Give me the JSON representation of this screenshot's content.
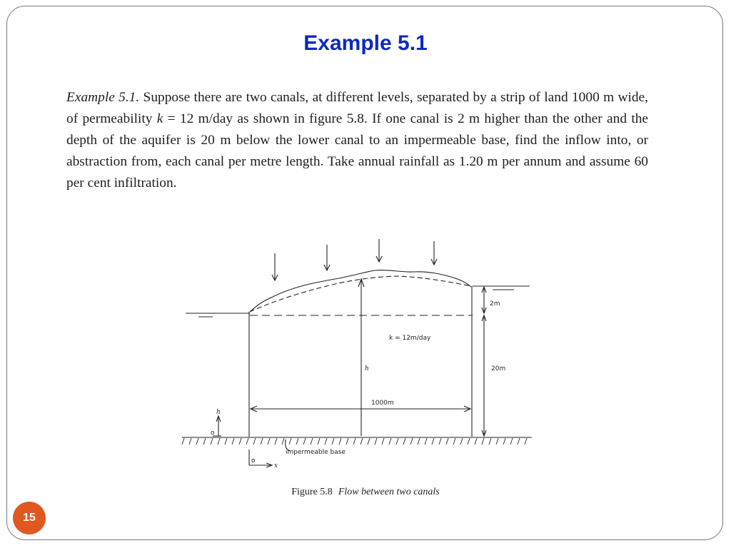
{
  "slide": {
    "title": "Example 5.1",
    "page_number": "15"
  },
  "excerpt": {
    "lead": "Example 5.1.",
    "part1": " Suppose there are two canals, at different levels, separated by a strip of land 1000 m wide, of permeability ",
    "k_symbol": "k",
    "part2": " = 12 m/day as shown in figure 5.8. If one canal is 2 m higher than the other and the depth of the aquifer is 20 m below the lower canal to an impermeable base, find the inflow into, or abstraction from, each canal per metre length. Take annual rainfall as 1.20 m per annum and assume 60 per cent infiltration."
  },
  "figure": {
    "labels": {
      "head_difference": "2m",
      "permeability": "k = 12m/day",
      "h": "h",
      "depth": "20m",
      "width": "1000m",
      "axis_h": "h",
      "axis_o": "o",
      "axis_o2": "o",
      "axis_x": "x",
      "base": "impermeable base"
    },
    "caption_number": "Figure 5.8",
    "caption_text": "Flow between two canals"
  }
}
